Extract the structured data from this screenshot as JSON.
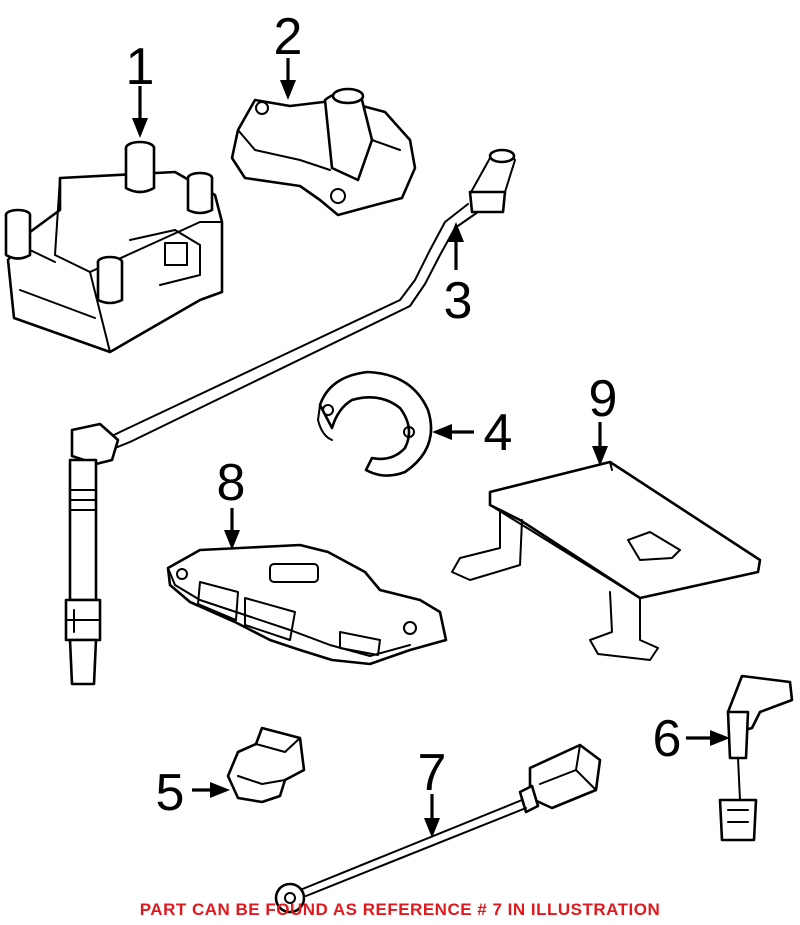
{
  "callouts": [
    "1",
    "2",
    "3",
    "4",
    "5",
    "6",
    "7",
    "8",
    "9"
  ],
  "footer": {
    "note": "PART CAN BE FOUND AS REFERENCE # 7 IN ILLUSTRATION",
    "color": "#e0191e"
  }
}
